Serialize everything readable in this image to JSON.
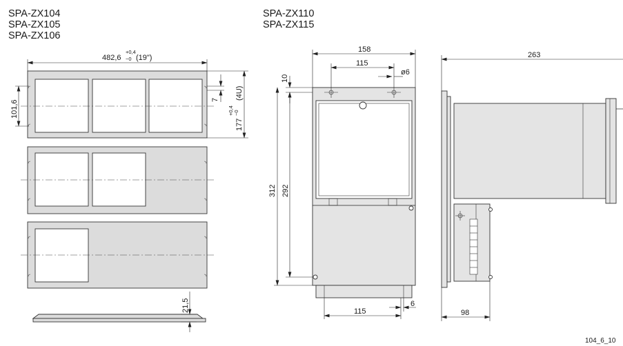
{
  "labels": {
    "left_models": [
      "SPA-ZX104",
      "SPA-ZX105",
      "SPA-ZX106"
    ],
    "right_models": [
      "SPA-ZX110",
      "SPA-ZX115"
    ],
    "figure_id": "104_6_10"
  },
  "dimensions": {
    "rack_width": "482,6",
    "rack_width_tol_upper": "+0,4",
    "rack_width_tol_lower": "−0",
    "rack_width_inch": "(19\")",
    "window_height": "101,6",
    "offset_7": "7",
    "rack_height": "177",
    "rack_height_tol_upper": "+0,4",
    "rack_height_tol_lower": "−0",
    "rack_height_unit": "(4U)",
    "plate_thickness": "21,5",
    "front_width": "158",
    "hole_spacing_top": "115",
    "hole_diameter": "ø6",
    "top_offset": "10",
    "total_height": "312",
    "hole_spacing_vertical": "292",
    "hole_spacing_bottom": "115",
    "slot_width": "6",
    "depth": "263",
    "bracket_depth": "98"
  }
}
